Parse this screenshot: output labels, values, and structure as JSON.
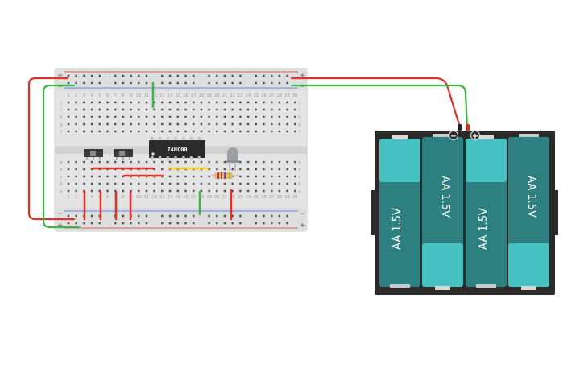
{
  "breadboard": {
    "rail_plus": "+",
    "rail_minus": "−",
    "row_letters_top": [
      "j",
      "i",
      "h",
      "g",
      "f"
    ],
    "row_letters_bottom": [
      "e",
      "d",
      "c",
      "b",
      "a"
    ],
    "column_numbers": [
      "1",
      "2",
      "3",
      "4",
      "5",
      "6",
      "7",
      "8",
      "9",
      "10",
      "11",
      "12",
      "13",
      "14",
      "15",
      "16",
      "17",
      "18",
      "19",
      "20",
      "21",
      "22",
      "23",
      "24",
      "25",
      "26",
      "27",
      "28",
      "29",
      "30"
    ]
  },
  "chip": {
    "label": "74HC00"
  },
  "battery_pack": {
    "cells": [
      {
        "label": "AA 1.5V"
      },
      {
        "label": "AA 1.5V"
      },
      {
        "label": "AA 1.5V"
      },
      {
        "label": "AA 1.5V"
      }
    ],
    "terminal_negative": "−",
    "terminal_positive": "+"
  },
  "colors": {
    "wire_red": "#e0302a",
    "wire_green": "#3bb54a",
    "wire_yellow": "#f2d21b",
    "breadboard": "#e4e4e4",
    "chip": "#2b2b2b",
    "battery_case": "#2a2a2a",
    "cell_light": "#46c2c2",
    "cell_dark": "#2e7f80",
    "led": "#9aa0a6"
  },
  "icons": [
    "slide-switch-icon",
    "slide-switch-icon",
    "led-icon",
    "resistor-icon"
  ]
}
